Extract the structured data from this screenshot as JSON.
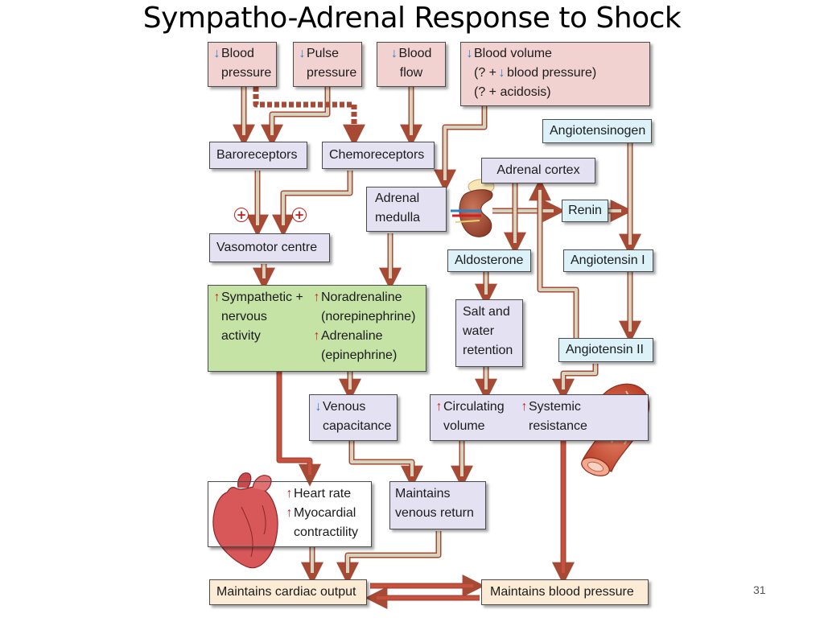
{
  "title": "Sympatho-Adrenal Response to Shock",
  "page_number": "31",
  "colors": {
    "arrow_fill": "#d8d3bd",
    "arrow_fill_red": "#c8503f",
    "arrow_stroke": "#a64a35",
    "down_arrow": "#2f7fc4",
    "up_arrow": "#d01f1f",
    "box_pink": "#f2d1d1",
    "box_lavender": "#e4e2f2",
    "box_cyan": "#dcf1f8",
    "box_green": "#c6e3a6",
    "box_cream": "#fcecd5"
  },
  "boxes": {
    "blood_pressure": {
      "arrow": "↓",
      "line1": "Blood",
      "line2": "pressure"
    },
    "pulse_pressure": {
      "arrow": "↓",
      "line1": "Pulse",
      "line2": "pressure"
    },
    "blood_flow": {
      "arrow": "↓",
      "line1": "Blood",
      "line2": "flow"
    },
    "blood_volume": {
      "arrow": "↓",
      "line1": "Blood volume",
      "line2_pre": "(? +",
      "line2_arrow": "↓",
      "line2_post": "blood pressure)",
      "line3": "(? + acidosis)"
    },
    "baroreceptors": {
      "label": "Baroreceptors"
    },
    "chemoreceptors": {
      "label": "Chemoreceptors"
    },
    "angiotensinogen": {
      "label": "Angiotensinogen"
    },
    "adrenal_cortex": {
      "label": "Adrenal cortex"
    },
    "adrenal_medulla": {
      "line1": "Adrenal",
      "line2": "medulla"
    },
    "renin": {
      "label": "Renin"
    },
    "vasomotor_centre": {
      "label": "Vasomotor centre"
    },
    "aldosterone": {
      "label": "Aldosterone"
    },
    "angiotensin_1": {
      "label": "Angiotensin I"
    },
    "sympathetic": {
      "arrow1": "↑",
      "line1": "Sympathetic +",
      "line2": "nervous",
      "line3": "activity",
      "arrow2": "↑",
      "line4": "Noradrenaline",
      "line5": "(norepinephrine)",
      "arrow3": "↑",
      "line6": "Adrenaline",
      "line7": "(epinephrine)"
    },
    "salt_water": {
      "line1": "Salt and",
      "line2": "water",
      "line3": "retention"
    },
    "angiotensin_2": {
      "label": "Angiotensin II"
    },
    "venous_capacitance": {
      "arrow": "↓",
      "line1": "Venous",
      "line2": "capacitance"
    },
    "circulating_resistance": {
      "arrow1": "↑",
      "line1": "Circulating",
      "line2": "volume",
      "arrow2": "↑",
      "line3": "Systemic",
      "line4": "resistance"
    },
    "heart_box": {
      "arrow1": "↑",
      "line1": "Heart rate",
      "arrow2": "↑",
      "line2": "Myocardial",
      "line3": "contractility"
    },
    "venous_return": {
      "line1": "Maintains",
      "line2": "venous return"
    },
    "cardiac_output": {
      "label": "Maintains cardiac output"
    },
    "maintain_bp": {
      "label": "Maintains blood pressure"
    }
  },
  "plus_signs": [
    "+",
    "+"
  ],
  "icons": [
    "kidney-icon",
    "heart-icon",
    "blood-vessel-icon"
  ]
}
